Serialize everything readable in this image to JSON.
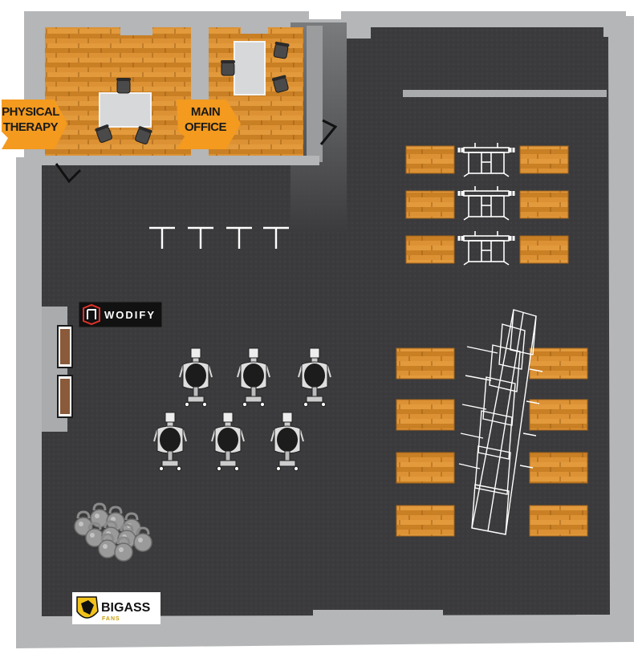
{
  "rooms": {
    "physical_therapy": {
      "line1": "PHYSICAL",
      "line2": "THERAPY"
    },
    "main_office": {
      "line1": "MAIN",
      "line2": "OFFICE"
    }
  },
  "logos": {
    "wodify": {
      "text": "WODIFY"
    },
    "bigass": {
      "line1": "BIGASS",
      "line2": "FANS"
    }
  },
  "colors": {
    "floor": "#3a3a3c",
    "wall": "#b6b8ba",
    "wood": "#d9902f",
    "arrow": "#f39a1f",
    "bigass_yellow": "#f2c21b"
  }
}
